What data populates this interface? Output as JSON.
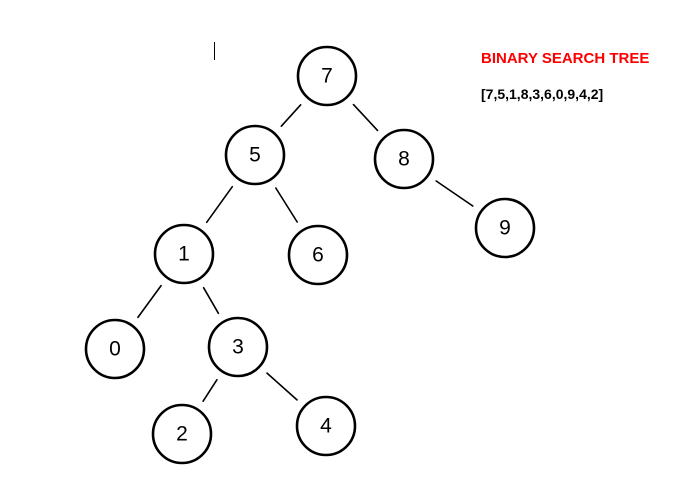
{
  "document": {
    "title": "BINARY SEARCH TREE",
    "sequence": "[7,5,1,8,3,6,0,9,4,2]",
    "colors": {
      "title": "#ff0000",
      "text": "#000000",
      "node_stroke": "#000000",
      "node_fill": "#ffffff",
      "edge": "#000000"
    }
  },
  "tree": {
    "nodes": [
      {
        "id": "n7",
        "label": "7"
      },
      {
        "id": "n5",
        "label": "5"
      },
      {
        "id": "n8",
        "label": "8"
      },
      {
        "id": "n1",
        "label": "1"
      },
      {
        "id": "n6",
        "label": "6"
      },
      {
        "id": "n9",
        "label": "9"
      },
      {
        "id": "n0",
        "label": "0"
      },
      {
        "id": "n3",
        "label": "3"
      },
      {
        "id": "n2",
        "label": "2"
      },
      {
        "id": "n4",
        "label": "4"
      }
    ],
    "edges": [
      {
        "from": "n7",
        "to": "n5"
      },
      {
        "from": "n7",
        "to": "n8"
      },
      {
        "from": "n5",
        "to": "n1"
      },
      {
        "from": "n5",
        "to": "n6"
      },
      {
        "from": "n8",
        "to": "n9"
      },
      {
        "from": "n1",
        "to": "n0"
      },
      {
        "from": "n1",
        "to": "n3"
      },
      {
        "from": "n3",
        "to": "n2"
      },
      {
        "from": "n3",
        "to": "n4"
      }
    ]
  }
}
